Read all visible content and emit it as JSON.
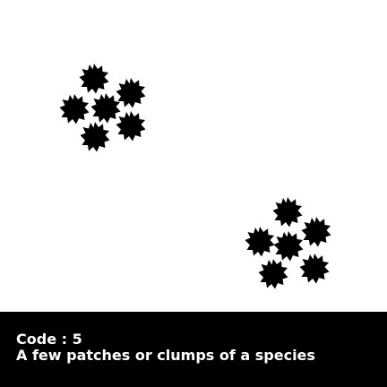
{
  "caption": {
    "code_line": "Code : 5",
    "description": "A few patches or clumps of a species"
  },
  "clumps": [
    {
      "label": "clump-upper-left",
      "plant_count": 6
    },
    {
      "label": "clump-lower-right",
      "plant_count": 6
    }
  ],
  "colors": {
    "plant": "#000000",
    "background": "#ffffff",
    "caption_bar": "#000000",
    "caption_text": "#ffffff"
  },
  "icons": {
    "plant": "flower-icon"
  }
}
